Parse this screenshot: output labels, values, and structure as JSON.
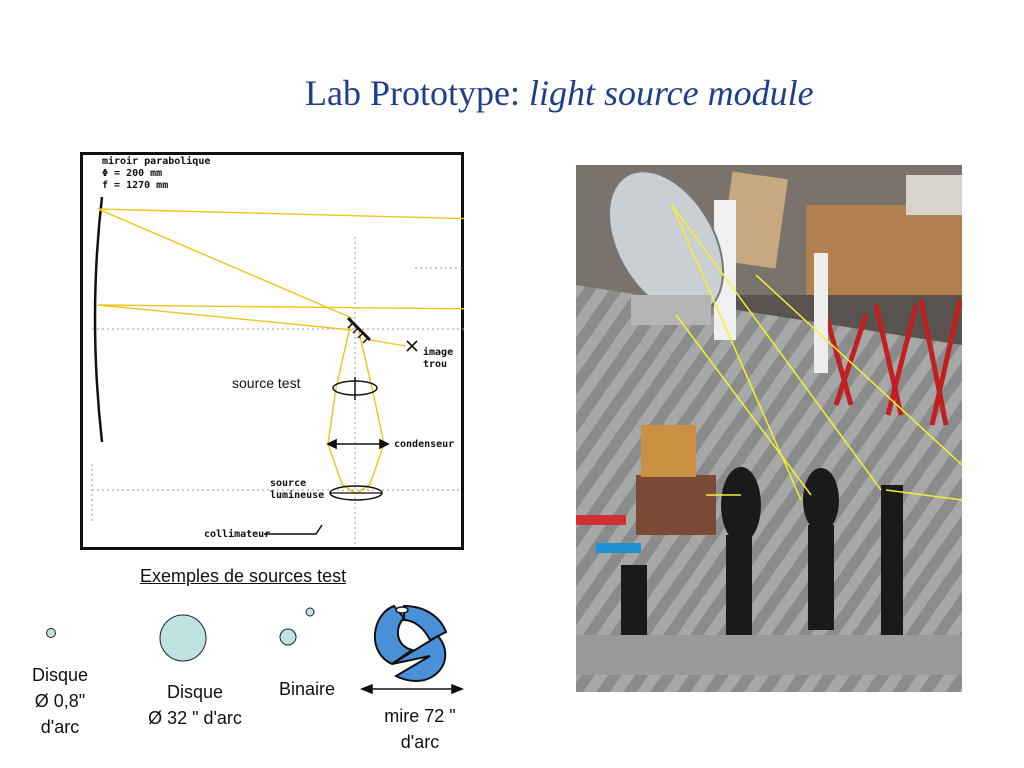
{
  "title": {
    "main": "Lab Prototype: ",
    "italic": "light source module"
  },
  "diagram": {
    "mirror_label": "miroir parabolique",
    "mirror_phi": "Φ = 200 mm",
    "mirror_f": "f = 1270 mm",
    "image_label": "image",
    "trou_label": "trou",
    "condenseur_label": "condenseur",
    "source_label_1": "source",
    "source_label_2": "lumineuse",
    "collimateur_label": "collimateur",
    "source_test_label": "source test"
  },
  "examples": {
    "heading": "Exemples  de sources test",
    "disque_small": {
      "line1": "Disque",
      "line2": "Ø 0,8\"",
      "line3": "d'arc"
    },
    "disque_large": {
      "line1": "Disque",
      "line2": "Ø 32 \" d'arc"
    },
    "binaire": "Binaire",
    "mire": {
      "line1": "mire 72 \"",
      "line2": "d'arc"
    }
  },
  "colors": {
    "title": "#1f3f8a",
    "ray": "#f0c419",
    "source_fill": "#bfe3e3",
    "mire_fill": "#4a90d9"
  }
}
